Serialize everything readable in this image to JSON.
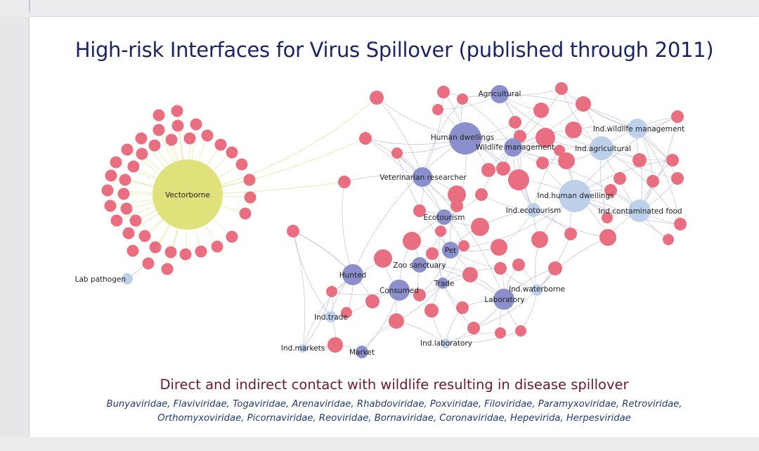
{
  "title": "High-risk Interfaces for Virus Spillover (published through 2011)",
  "subtitle": "Direct and indirect contact with wildlife resulting in disease spillover",
  "virus_families_line1": "Bunyaviridae, Flaviviridae, Togaviridae, Arenaviridae, Rhabdoviridae, Poxviridae, Filoviridae, Paramyxoviridae, Retroviridae,",
  "virus_families_line2": "Orthomyxoviridae, Picornaviridae, Reoviridae, Bornaviridae, Coronaviridae, Hepevirida, Herpesviridae",
  "colors": {
    "virus_node": "#e86e80",
    "direct_interface": "#8b8fcb",
    "indirect_interface": "#bcd0ea",
    "vectorborne": "#dfe27a",
    "vector_edge": "#e4e69a",
    "edge": "#b4b8d8"
  },
  "interfaces": {
    "vectorborne": "Vectorborne",
    "lab_pathogen": "Lab pathogen",
    "agricultural": "Agricultural",
    "human_dwellings": "Human dwellings",
    "wildlife_management": "Wildlife management",
    "veterinarian_researcher": "Veterinarian researcher",
    "ecotourism": "Ecotourism",
    "pet": "Pet",
    "zoo_sanctuary": "Zoo sanctuary",
    "hunted": "Hunted",
    "consumed": "Consumed",
    "trade": "Trade",
    "laboratory": "Laboratory",
    "market": "Market",
    "ind_wildlife_management": "Ind.wildlife management",
    "ind_agricultural": "Ind.agricultural",
    "ind_human_dwellings": "Ind.human dwellings",
    "ind_ecotourism": "Ind.ecotourism",
    "ind_contaminated_food": "Ind.contaminated food",
    "ind_waterborne": "Ind.waterborne",
    "ind_trade": "Ind.trade",
    "ind_markets": "Ind.markets",
    "ind_laboratory": "Ind.laboratory"
  }
}
